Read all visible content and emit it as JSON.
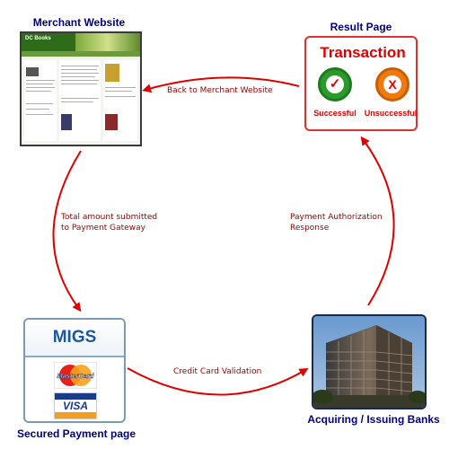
{
  "nodes": {
    "merchant": {
      "title": "Merchant Website"
    },
    "result": {
      "title": "Result Page",
      "heading": "Transaction",
      "success": "Successful",
      "failure": "Unsuccessful"
    },
    "payment": {
      "title": "Secured Payment page",
      "header": "MIGS",
      "card1": "MasterCard",
      "card2": "VISA"
    },
    "bank": {
      "title": "Acquiring / Issuing Banks"
    }
  },
  "flows": {
    "back": "Back to Merchant Website",
    "total": "Total amount submitted\nto Payment Gateway",
    "auth": "Payment Authorization\nResponse",
    "credit": "Credit Card Validation"
  },
  "colors": {
    "arrow": "#e00000",
    "label": "#990000",
    "title": "#000080"
  }
}
